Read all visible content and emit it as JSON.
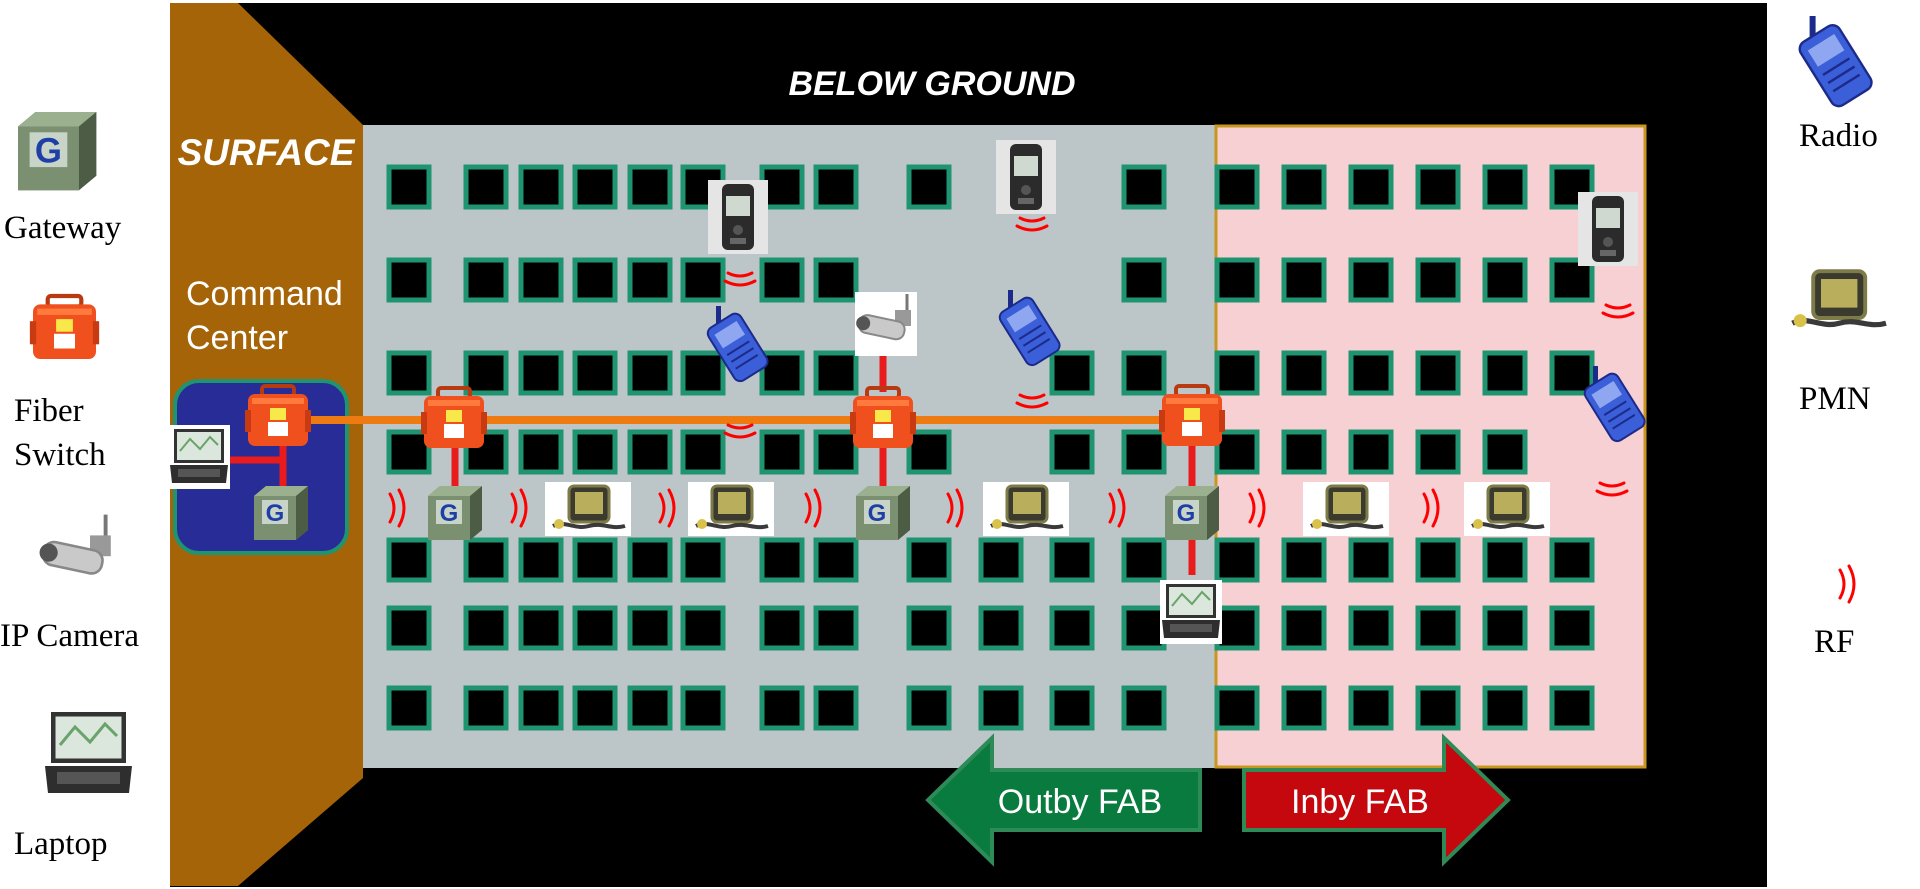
{
  "legend_left": {
    "gateway": "Gateway",
    "fiber_switch_line1": "Fiber",
    "fiber_switch_line2": "Switch",
    "ip_camera": "IP Camera",
    "laptop": "Laptop"
  },
  "legend_right": {
    "radio": "Radio",
    "pmn": "PMN",
    "rf": "RF"
  },
  "diagram": {
    "below_ground": "BELOW GROUND",
    "surface": "SURFACE",
    "command_center_line1": "Command",
    "command_center_line2": "Center",
    "outby_fab": "Outby FAB",
    "inby_fab": "Inby FAB"
  },
  "colors": {
    "mine_background": "#000000",
    "surface": "#a56407",
    "outby_zone": "#bcc6c9",
    "inby_zone": "#f6d0d2",
    "inby_border": "#c9961e",
    "pillar_border": "#1f9470",
    "fiber_line": "#ee7a12",
    "connector": "#e81c1c",
    "rf_waves": "#ff0000",
    "command_center": "#272c96",
    "outby_arrow": "#0a7b3f",
    "inby_arrow": "#c5080d",
    "arrow_border": "#2e8b57"
  },
  "icons": [
    "gateway-icon",
    "fiber-switch-icon",
    "ip-camera-icon",
    "laptop-icon",
    "radio-icon",
    "pmn-icon",
    "rf-icon",
    "gas-detector-icon"
  ]
}
